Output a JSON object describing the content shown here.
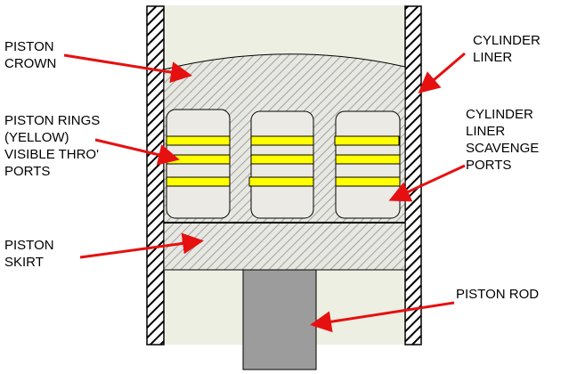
{
  "title": "Two-stroke piston in cylinder liner",
  "colors": {
    "liner_bg": "#ecefe1",
    "hatch": "#999999",
    "ring": "#ffff00",
    "rod": "#9c9c9c",
    "arrow": "#e61010"
  },
  "labels": {
    "piston_crown": "PISTON\nCROWN",
    "cylinder_liner": "CYLINDER\nLINER",
    "piston_rings": "PISTON RINGS\n(YELLOW)\nVISIBLE THRO'\nPORTS",
    "scavenge_ports": "CYLINDER\nLINER\nSCAVENGE\nPORTS",
    "piston_skirt": "PISTON\nSKIRT",
    "piston_rod": "PISTON ROD"
  }
}
